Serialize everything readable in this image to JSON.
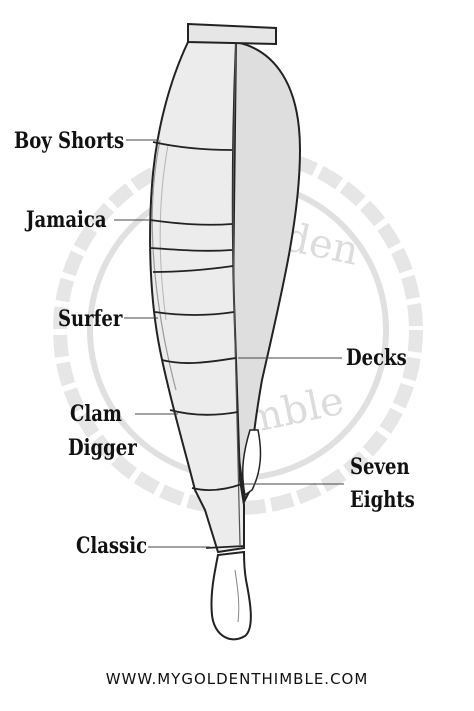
{
  "labels": {
    "boy_shorts": "Boy Shorts",
    "jamaica": "Jamaica",
    "surfer": "Surfer",
    "clam_digger_1": "Clam",
    "clam_digger_2": "Digger",
    "classic": "Classic",
    "decks": "Decks",
    "seven_eights_1": "Seven",
    "seven_eights_2": "Eights"
  },
  "watermark": {
    "word1": "Golden",
    "word2": "Thimble"
  },
  "footer": "WWW.MYGOLDENTHIMBLE.COM",
  "colors": {
    "garment_fill": "#e9e9e9",
    "outline": "#222222",
    "leader": "#444444",
    "watermark": "#d9d9d9"
  }
}
